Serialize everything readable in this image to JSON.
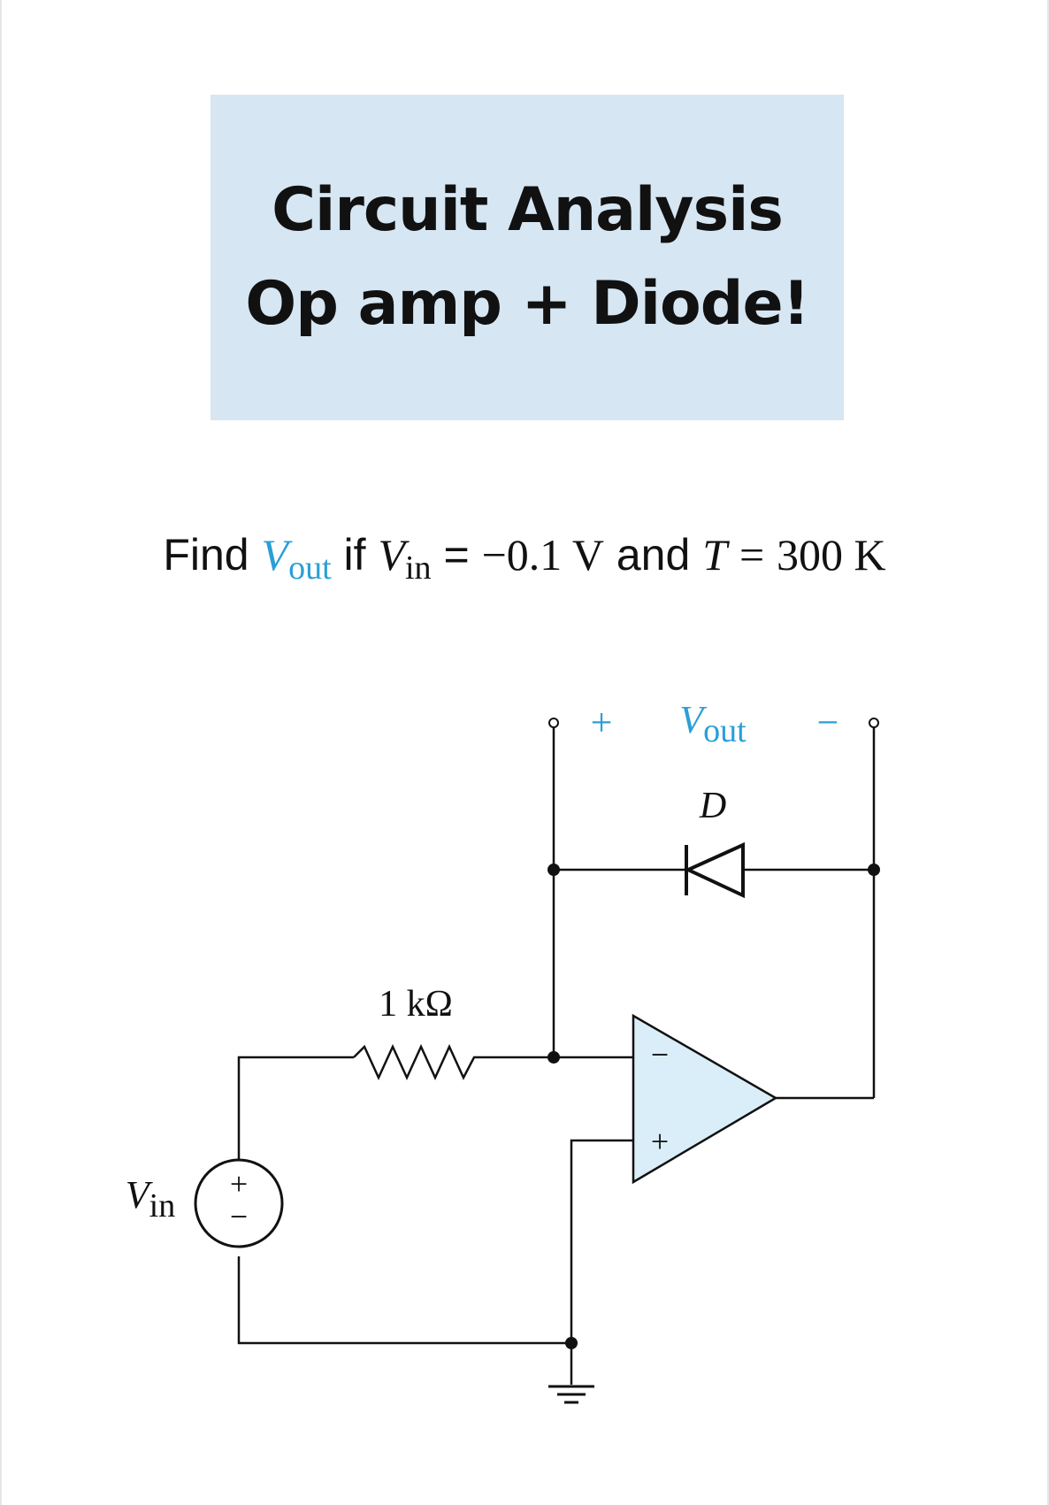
{
  "header": {
    "title_line1": "Circuit Analysis",
    "title_line2": "Op amp + Diode!"
  },
  "question": {
    "find": "Find",
    "vout_var": "V",
    "vout_sub": "out",
    "if": "if",
    "vin_var": "V",
    "vin_sub": "in",
    "vin_eq": "=",
    "vin_value": "−0.1 V",
    "and": "and",
    "t_var": "T",
    "t_eq": "=",
    "t_value": "300 K"
  },
  "circuit": {
    "resistor_label": "1 kΩ",
    "diode_label": "D",
    "vout_plus": "+",
    "vout_var": "V",
    "vout_sub": "out",
    "vout_minus": "−",
    "vin_var": "V",
    "vin_sub": "in",
    "source_plus": "+",
    "source_minus": "−",
    "opamp_inverting": "−",
    "opamp_noninverting": "+",
    "colors": {
      "accent": "#2a9fd6",
      "opamp_fill": "#d9eef8",
      "wire": "#111111"
    }
  }
}
